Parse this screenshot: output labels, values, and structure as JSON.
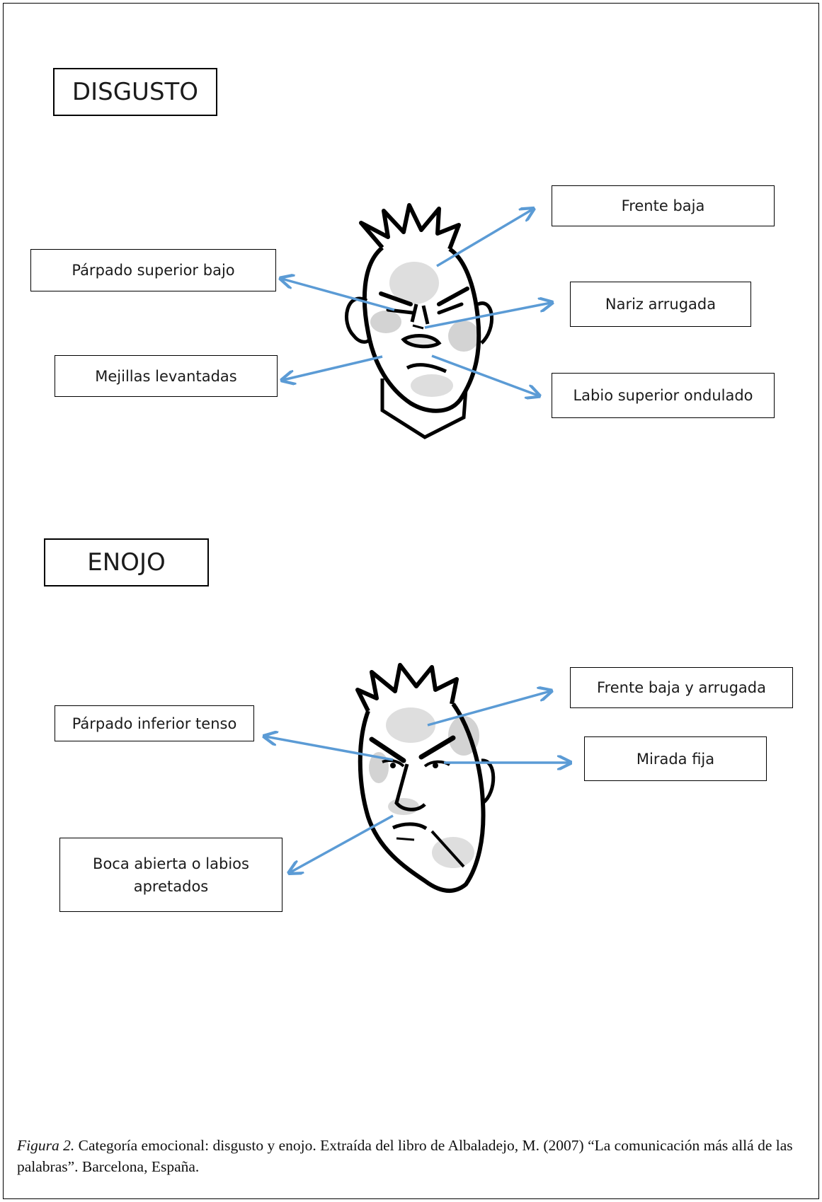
{
  "sections": {
    "disgust": {
      "title": "DISGUSTO",
      "labels": {
        "frente": "Frente baja",
        "parpado": "Párpado superior bajo",
        "nariz": "Nariz arrugada",
        "mejillas": "Mejillas levantadas",
        "labio": "Labio superior ondulado"
      }
    },
    "anger": {
      "title": "ENOJO",
      "labels": {
        "frente": "Frente baja y arrugada",
        "parpado": "Párpado inferior tenso",
        "mirada": "Mirada fija",
        "boca_line1": "Boca abierta o labios",
        "boca_line2": "apretados"
      }
    }
  },
  "caption": {
    "figure_label": "Figura 2.",
    "text": "Categoría emocional: disgusto y enojo. Extraída del libro de Albaladejo, M. (2007) “La comunicación más allá de las palabras”. Barcelona, España."
  },
  "colors": {
    "arrow": "#5b9bd5",
    "outline": "#000000",
    "shade": "#c8c8c8"
  }
}
